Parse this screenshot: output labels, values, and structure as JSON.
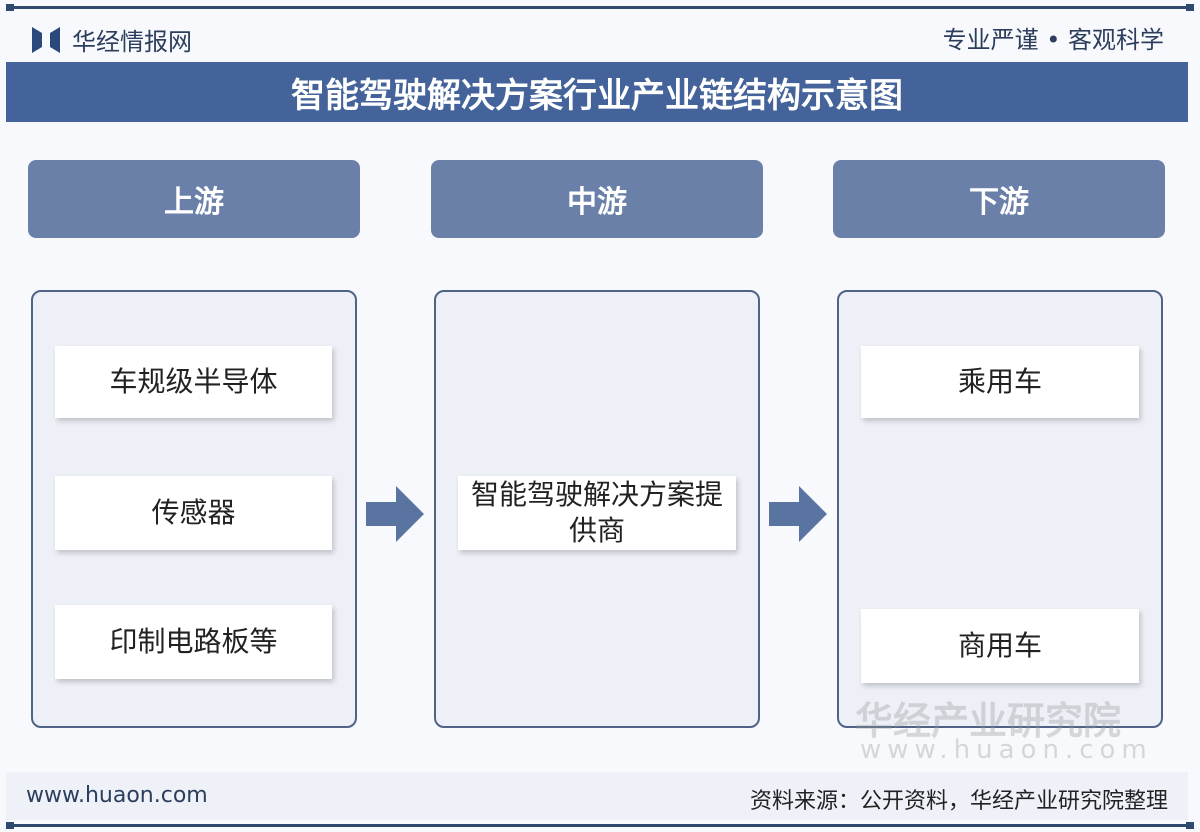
{
  "header": {
    "brand": "华经情报网",
    "slogan": "专业严谨 • 客观科学"
  },
  "title": "智能驾驶解决方案行业产业链结构示意图",
  "stages": [
    {
      "label": "上游",
      "items": [
        "车规级半导体",
        "传感器",
        "印制电路板等"
      ]
    },
    {
      "label": "中游",
      "items": [
        "智能驾驶解决方案提供商"
      ]
    },
    {
      "label": "下游",
      "items": [
        "乘用车",
        "商用车"
      ]
    }
  ],
  "watermark": {
    "name": "华经产业研究院",
    "url": "www.huaon.com"
  },
  "footer": {
    "website": "www.huaon.com",
    "source": "资料来源：公开资料，华经产业研究院整理"
  },
  "colors": {
    "primary": "#44639a",
    "stage": "#6a80a8",
    "border": "#4f6386"
  }
}
